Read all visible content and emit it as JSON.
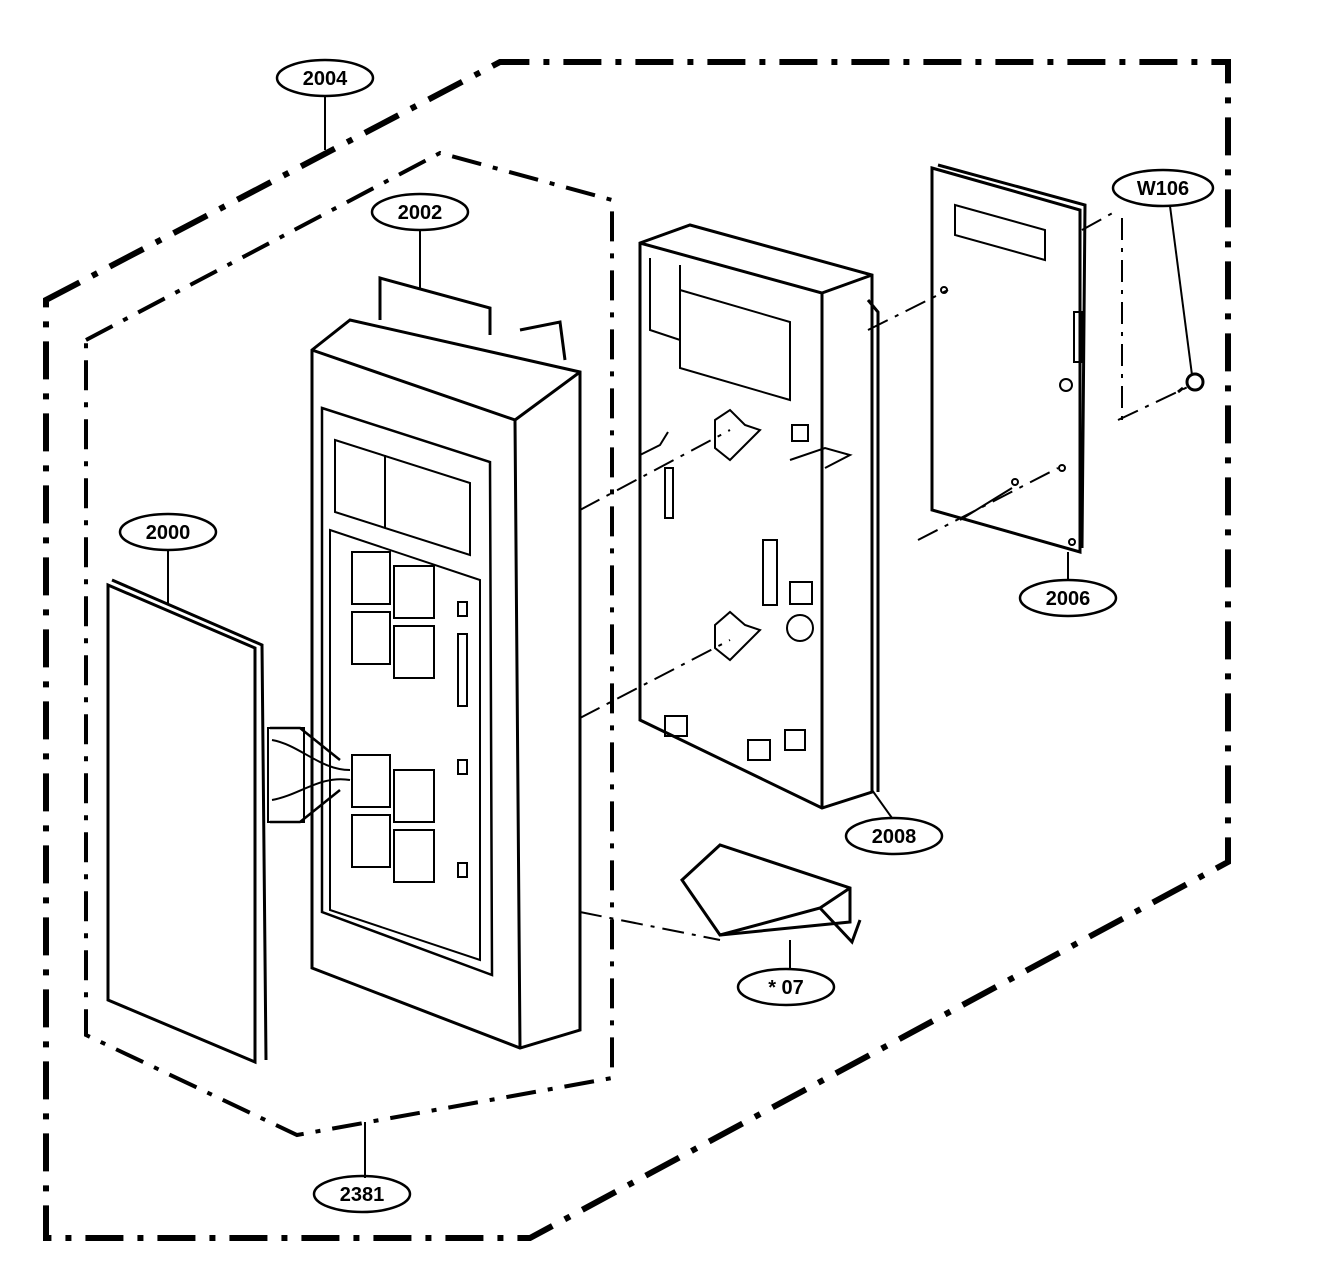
{
  "diagram": {
    "callouts": {
      "assembly_outer": "2004",
      "front_panel": "2002",
      "membrane_sheet": "2000",
      "subassembly": "2381",
      "pcb_board": "2006",
      "screw": "W106",
      "bracket": "2008",
      "button_part": "* 07"
    },
    "colors": {
      "line": "#000000",
      "background": "#ffffff"
    }
  }
}
